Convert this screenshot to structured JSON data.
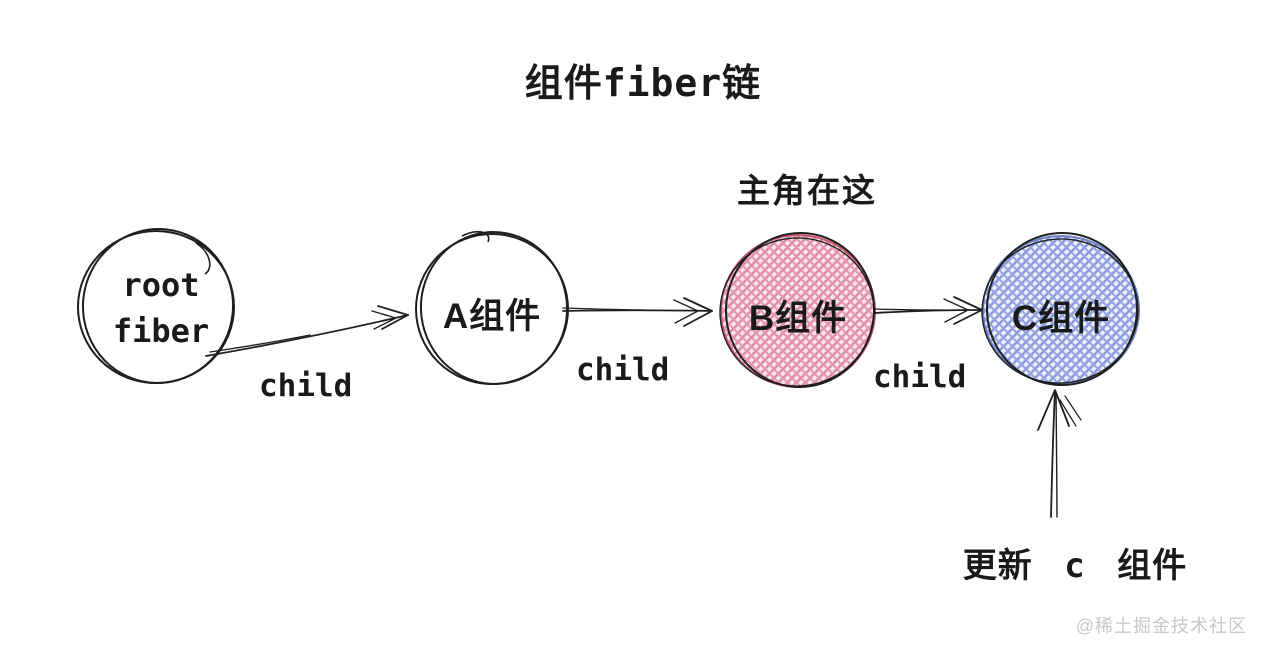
{
  "diagram": {
    "title": "组件fiber链",
    "nodes": [
      {
        "id": "root-fiber",
        "line1": "root",
        "line2": "fiber",
        "fill": "white"
      },
      {
        "id": "component-a",
        "label": "A组件",
        "fill": "white"
      },
      {
        "id": "component-b",
        "label": "B组件",
        "fill": "pink-crosshatch"
      },
      {
        "id": "component-c",
        "label": "C组件",
        "fill": "blue-crosshatch"
      }
    ],
    "edges": [
      {
        "from": "root-fiber",
        "to": "component-a",
        "label": "child"
      },
      {
        "from": "component-a",
        "to": "component-b",
        "label": "child"
      },
      {
        "from": "component-b",
        "to": "component-c",
        "label": "child"
      },
      {
        "from": "below",
        "to": "component-c",
        "label": "更新 c 组件"
      }
    ],
    "callouts": {
      "protagonist": "主角在这",
      "update_note": "更新 c 组件"
    },
    "colors": {
      "stroke": "#1f1f1f",
      "pink_line": "#e08fab",
      "pink_bg": "#f9e7ed",
      "blue_line": "#8d9dde",
      "blue_bg": "#eef1fa",
      "watermark_gray": "#c8c8c8"
    },
    "watermark": "@稀土掘金技术社区"
  }
}
